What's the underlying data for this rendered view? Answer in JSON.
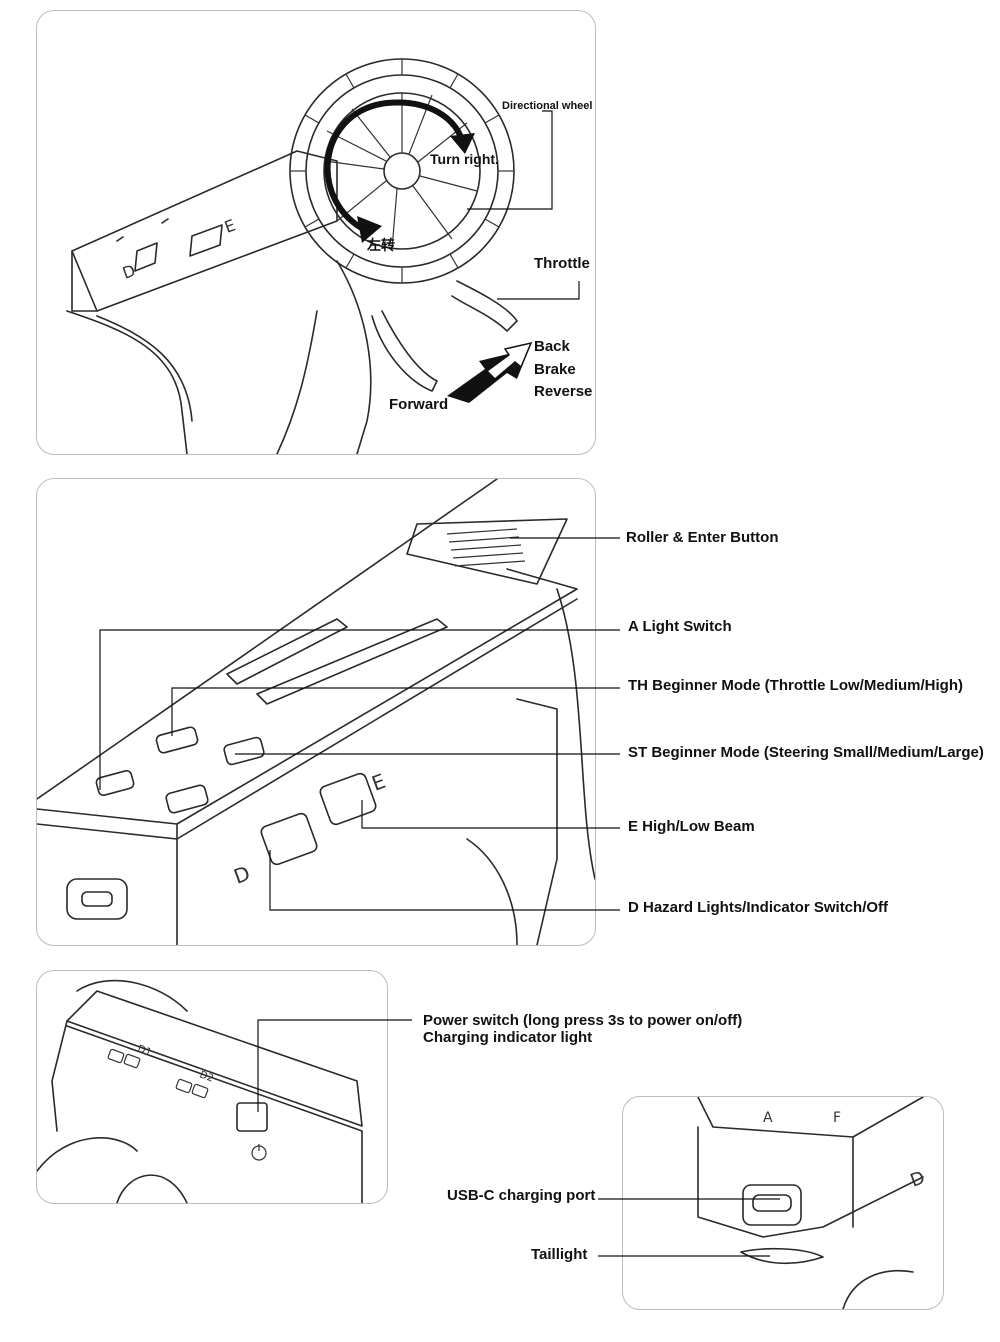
{
  "panel1": {
    "directional_wheel": "Directional wheel",
    "turn_right": "Turn right.",
    "turn_left": "左转",
    "throttle": "Throttle",
    "back": "Back",
    "brake": "Brake",
    "reverse": "Reverse",
    "forward": "Forward"
  },
  "panel2": {
    "roller": "Roller & Enter Button",
    "a_light": "A Light Switch",
    "th_mode": "TH Beginner Mode (Throttle Low/Medium/High)",
    "st_mode": "ST Beginner Mode (Steering Small/Medium/Large)",
    "e_beam": "E High/Low Beam",
    "d_hazard": "D Hazard Lights/Indicator Switch/Off"
  },
  "panel3": {
    "power_switch": "Power switch (long press 3s to power on/off)",
    "charging_light": "Charging indicator light"
  },
  "panel4": {
    "usb_c": "USB-C charging port",
    "taillight": "Taillight"
  }
}
